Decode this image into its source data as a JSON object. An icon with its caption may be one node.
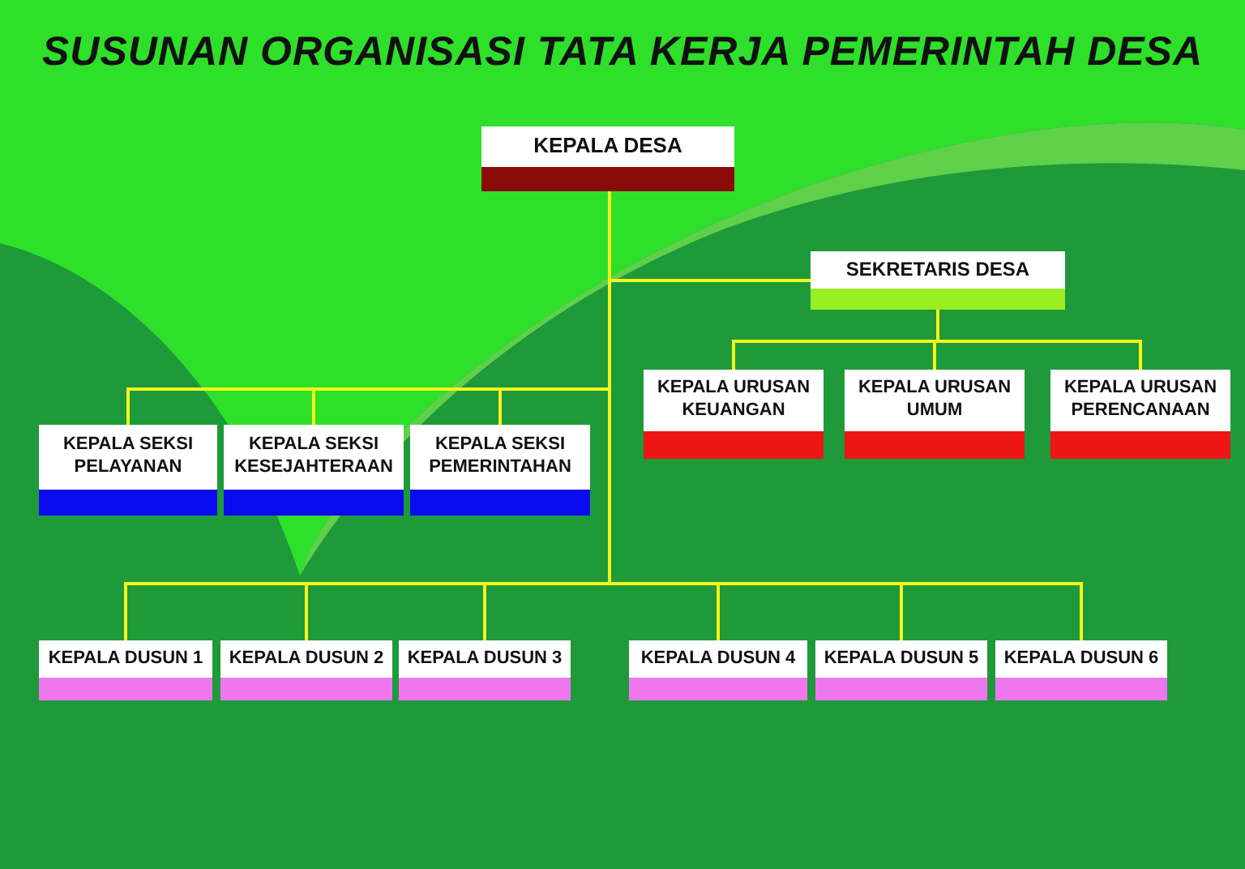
{
  "diagram": {
    "title": "SUSUNAN ORGANISASI TATA KERJA PEMERINTAH DESA",
    "nodes": [
      {
        "text": [
          "KEPALA DESA"
        ]
      },
      {
        "text": [
          "SEKRETARIS DESA"
        ]
      },
      {
        "text": [
          "KEPALA URUSAN KEUANGAN"
        ]
      },
      {
        "text": [
          "KEPALA URUSAN UMUM"
        ]
      },
      {
        "text": [
          "KEPALA URUSAN PERENCANAAN"
        ]
      },
      {
        "text": [
          "KEPALA SEKSI PELAYANAN"
        ]
      },
      {
        "text": [
          "KEPALA SEKSI KESEJAHTERAAN"
        ]
      },
      {
        "text": [
          "KEPALA SEKSI PEMERINTAHAN"
        ]
      },
      {
        "text": [
          "KEPALA DUSUN 1"
        ]
      },
      {
        "text": [
          "KEPALA DUSUN 2"
        ]
      },
      {
        "text": [
          "KEPALA DUSUN 3"
        ]
      },
      {
        "text": [
          "KEPALA DUSUN 4"
        ]
      },
      {
        "text": [
          "KEPALA DUSUN 5"
        ]
      },
      {
        "text": [
          "KEPALA DUSUN 6"
        ]
      }
    ],
    "edges": [
      {
        "from": 0,
        "to": 1,
        "arrow": "none"
      },
      {
        "from": 1,
        "to": 2,
        "arrow": "none"
      },
      {
        "from": 1,
        "to": 3,
        "arrow": "none"
      },
      {
        "from": 1,
        "to": 4,
        "arrow": "none"
      },
      {
        "from": 0,
        "to": 5,
        "arrow": "none"
      },
      {
        "from": 0,
        "to": 6,
        "arrow": "none"
      },
      {
        "from": 0,
        "to": 7,
        "arrow": "none"
      },
      {
        "from": 0,
        "to": 8,
        "arrow": "none"
      },
      {
        "from": 0,
        "to": 9,
        "arrow": "none"
      },
      {
        "from": 0,
        "to": 10,
        "arrow": "none"
      },
      {
        "from": 0,
        "to": 11,
        "arrow": "none"
      },
      {
        "from": 0,
        "to": 12,
        "arrow": "none"
      },
      {
        "from": 0,
        "to": 13,
        "arrow": "none"
      }
    ]
  }
}
